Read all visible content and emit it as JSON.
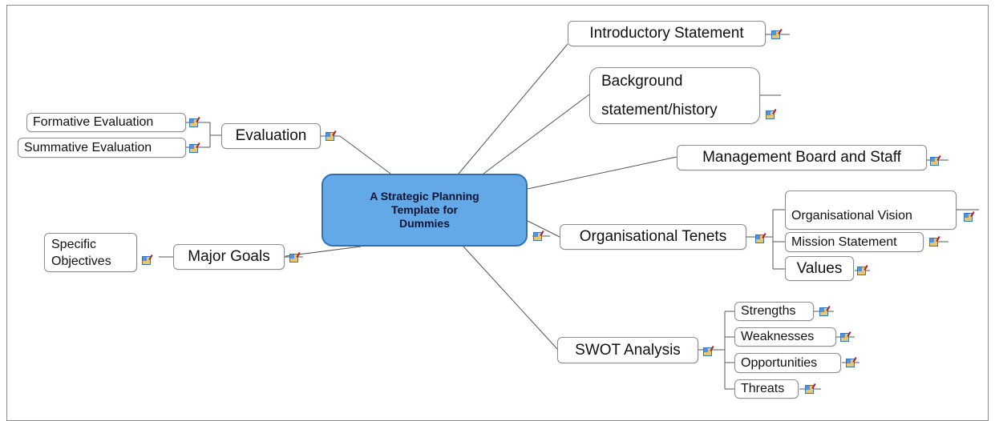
{
  "central_topic": {
    "lines": [
      "A Strategic Planning",
      "Template for",
      "Dummies"
    ],
    "color": "#63a9e8"
  },
  "topics": {
    "introductory_statement": "Introductory Statement",
    "background": [
      "Background",
      "statement/history"
    ],
    "management_board": "Management Board and Staff",
    "organisational_tenets": "Organisational Tenets",
    "organisational_vision": "Organisational Vision",
    "mission_statement": "Mission Statement",
    "values": "Values",
    "swot_analysis": "SWOT Analysis",
    "strengths": "Strengths",
    "weaknesses": "Weaknesses",
    "opportunities": "Opportunities",
    "threats": "Threats",
    "evaluation": "Evaluation",
    "formative_evaluation": "Formative Evaluation",
    "summative_evaluation": "Summative Evaluation",
    "major_goals": "Major Goals",
    "specific_objectives": [
      "Specific",
      "Objectives"
    ]
  },
  "icons": {
    "note_icon": "note-icon"
  },
  "colors": {
    "connector": "#555555",
    "node_border": "#8c8c8c",
    "central_border": "#2f6fb2"
  }
}
